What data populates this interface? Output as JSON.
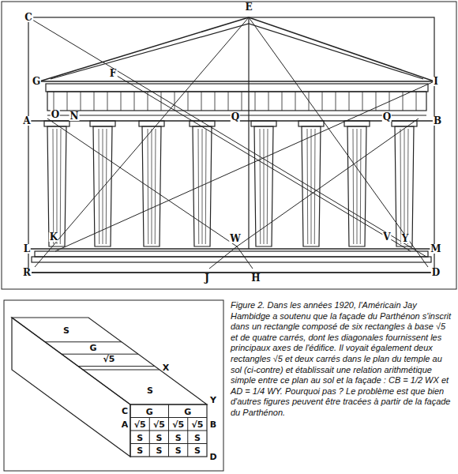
{
  "diagram": {
    "caption": "Figure 2. Dans les années 1920, l'Américain Jay Hambidge a soutenu que la façade du Parthénon s'inscrit dans un rectangle composé de six rectangles à base √5 et de quatre carrés, dont les diagonales fournissent les principaux axes de l'édifice. Il voyait également deux rectangles √5 et deux carrés dans le plan du temple au sol (ci-contre) et établissait une relation arithmétique simple entre ce plan au sol et la façade : CB = 1/2 WX et AD = 1/4 WY. Pourquoi pas ? Le problème est que bien d'autres figures peuvent être tracées à partir de la façade du Parthénon.",
    "labels": [
      "C",
      "E",
      "G",
      "F",
      "I",
      "A",
      "O",
      "N",
      "Q",
      "Q",
      "B",
      "K",
      "W",
      "V",
      "Y",
      "L",
      "M",
      "R",
      "J",
      "H",
      "D",
      "S",
      "G",
      "√5",
      "S",
      "X",
      "Y",
      "C",
      "G",
      "G",
      "A",
      "√5",
      "√5",
      "√5",
      "√5",
      "B",
      "S",
      "S",
      "S",
      "S",
      "S",
      "S",
      "S",
      "S",
      "D"
    ]
  }
}
